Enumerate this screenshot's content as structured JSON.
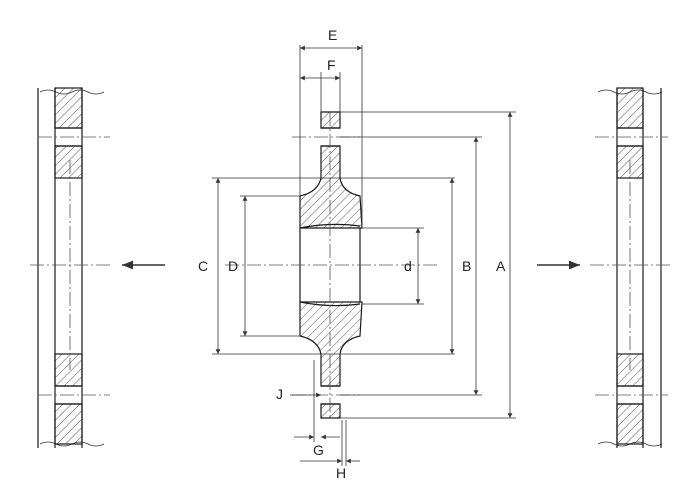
{
  "labels": {
    "A": "A",
    "B": "B",
    "C": "C",
    "D": "D",
    "E": "E",
    "F": "F",
    "G": "G",
    "H": "H",
    "J": "J",
    "d": "d"
  }
}
